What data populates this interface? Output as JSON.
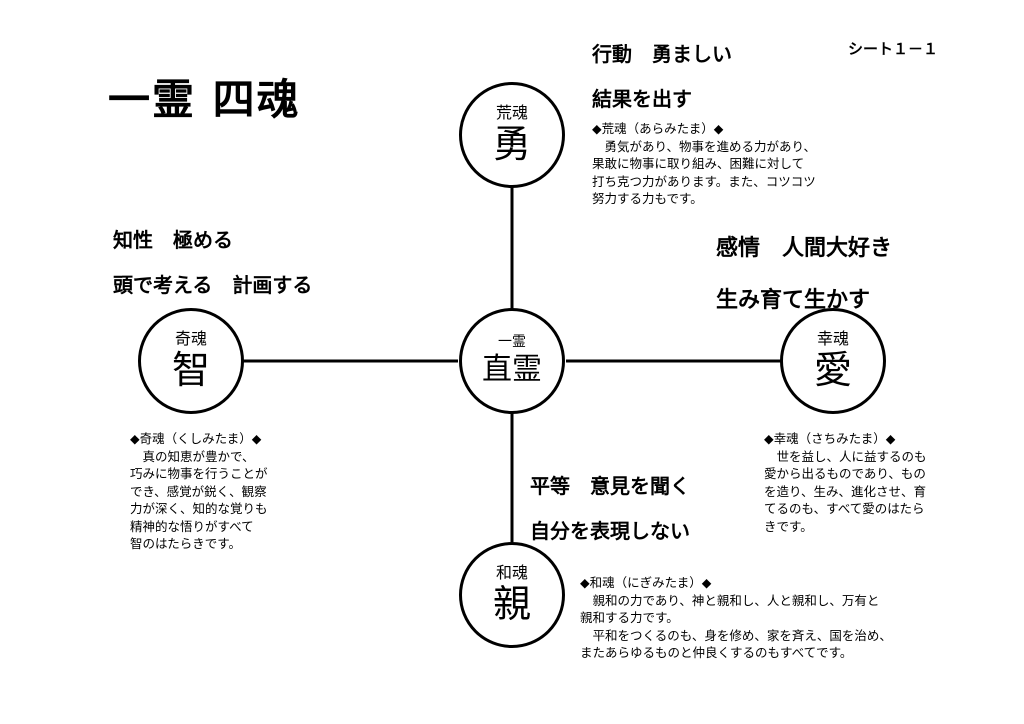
{
  "title": "一霊 四魂",
  "sheet_label": "シート１－１",
  "center": {
    "small": "一霊",
    "big": "直霊"
  },
  "nodes": {
    "top": {
      "small": "荒魂",
      "big": "勇"
    },
    "left": {
      "small": "奇魂",
      "big": "智"
    },
    "right": {
      "small": "幸魂",
      "big": "愛"
    },
    "bottom": {
      "small": "和魂",
      "big": "親"
    }
  },
  "headings": {
    "top": [
      "行動　勇ましい",
      "結果を出す"
    ],
    "left": [
      "知性　極める",
      "頭で考える　計画する"
    ],
    "right": [
      "感情　人間大好き",
      "生み育て生かす"
    ],
    "bottom": [
      "平等　意見を聞く",
      "自分を表現しない"
    ]
  },
  "descriptions": {
    "top": [
      "◆荒魂（あらみたま）◆",
      "　勇気があり、物事を進める力があり、",
      "果敢に物事に取り組み、困難に対して",
      "打ち克つ力があります。また、コツコツ",
      "努力する力もです。"
    ],
    "left": [
      "◆奇魂（くしみたま）◆",
      "　真の知恵が豊かで、",
      "巧みに物事を行うことが",
      "でき、感覚が鋭く、観察",
      "力が深く、知的な覚りも",
      "精神的な悟りがすべて",
      "智のはたらきです。"
    ],
    "right": [
      "◆幸魂（さちみたま）◆",
      "　世を益し、人に益するのも",
      "愛から出るものであり、もの",
      "を造り、生み、進化させ、育",
      "てるのも、すべて愛のはたら",
      "きです。"
    ],
    "bottom": [
      "◆和魂（にぎみたま）◆",
      "　親和の力であり、神と親和し、人と親和し、万有と",
      "親和する力です。",
      "　平和をつくるのも、身を修め、家を斉え、国を治め、",
      "またあらゆるものと仲良くするのもすべてです。"
    ]
  }
}
